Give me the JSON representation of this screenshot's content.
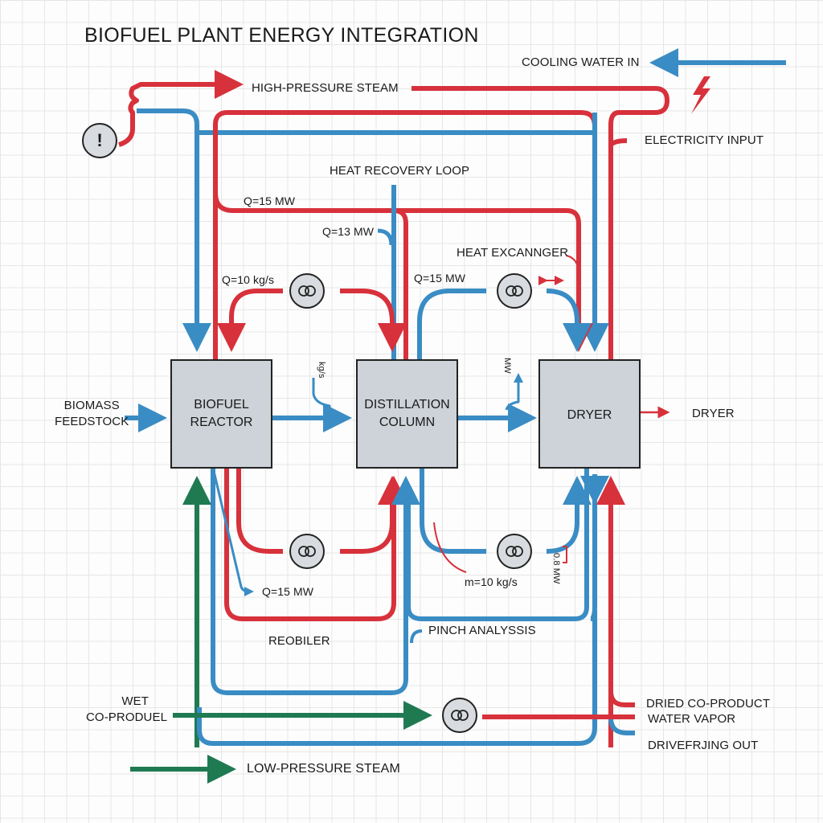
{
  "title": "BIOFUEL PLANT ENERGY INTEGRATION",
  "colors": {
    "hot_stream": "#d7313b",
    "cold_stream": "#3a8cc4",
    "product_stream": "#1f7a52",
    "unit_fill": "#ced3d9",
    "grid": "#e6e6e6"
  },
  "units": {
    "reactor": "BIOFUEL\nREACTOR",
    "reactor_line1": "BIOFUEL",
    "reactor_line2": "REACTOR",
    "distillation_line1": "DISTILLATION",
    "distillation_line2": "COLUMN",
    "dryer": "DRYER"
  },
  "labels": {
    "high_pressure_steam": "HIGH-PRESSURE STEAM",
    "cooling_water_in": "COOLING WATER IN",
    "electricity_input": "ELECTRICITY INPUT",
    "heat_recovery_loop": "HEAT RECOVERY LOOP",
    "q_15_mw_top": "Q=15 MW",
    "q_13_mw": "Q=13 MW",
    "heat_exchanger": "HEAT EXCANNGER",
    "q_10_kgs": "Q=10 kg/s",
    "q_15_mw_mid": "Q=15 MW",
    "biomass_line1": "BIOMASS",
    "biomass_line2": "FEEDSTOCK",
    "dryer_out": "DRYER",
    "small_kgs": "kg/s",
    "small_mw_rot": "MW",
    "q_15_mw_bottom": "Q=15 MW",
    "m_10_kgs": "m=10 kg/s",
    "small_rot_bottom": "0.8 MW",
    "reboiler": "REOBILER",
    "pinch_analysis": "PINCH ANALYSSIS",
    "wet_line1": "WET",
    "wet_line2": "CO-PRODUEL",
    "dried_co_product": "DRIED CO-PRODUCT",
    "water_vapor": "WATER VAPOR",
    "drive_out": "DRIVEFRJING OUT",
    "low_pressure_steam": "LOW-PRESSURE STEAM"
  },
  "icons": {
    "alert": "!",
    "heat_exchanger": "heat-exchanger-icon",
    "lightning": "lightning-icon"
  }
}
